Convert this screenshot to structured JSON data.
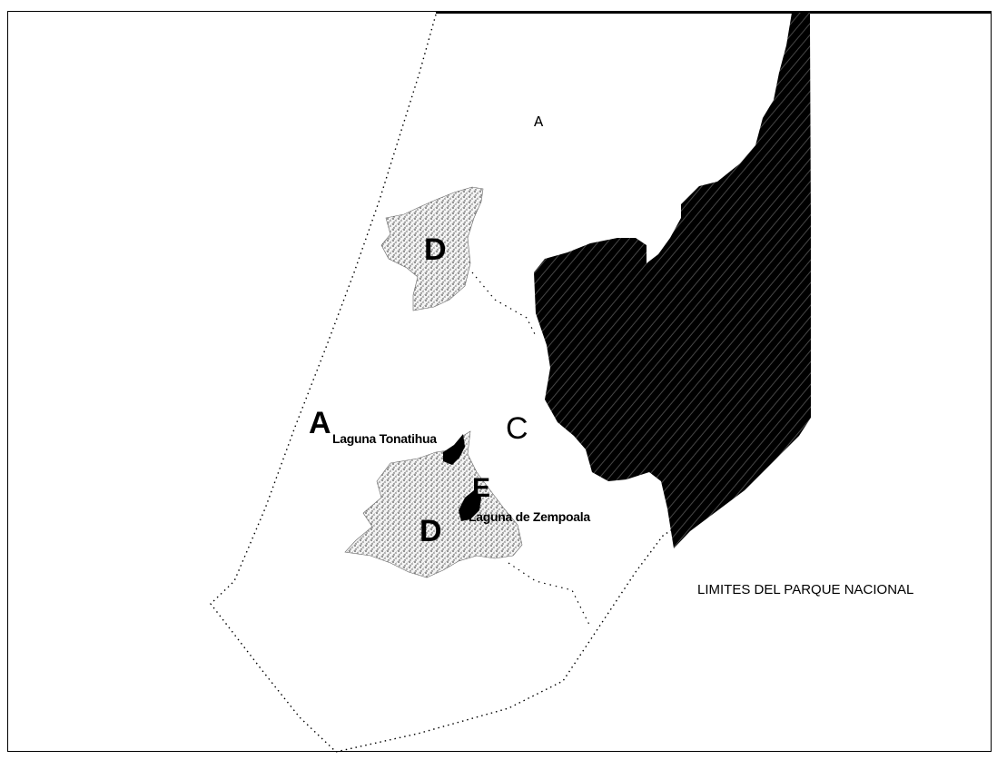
{
  "map": {
    "zone_labels": {
      "a_top": "A",
      "d_upper": "D",
      "a_left": "A",
      "c": "C",
      "e": "E",
      "d_lower": "D"
    },
    "place_labels": {
      "laguna_tonatihua": "Laguna Tonatihua",
      "laguna_zempoala": "Laguna de Zempoala"
    },
    "legend": {
      "park_limits": "LIMITES DEL PARQUE NACIONAL"
    },
    "colors": {
      "dark_zone": "#000000",
      "stipple_zone": "#555555",
      "background": "#ffffff",
      "boundary": "#000000"
    }
  }
}
